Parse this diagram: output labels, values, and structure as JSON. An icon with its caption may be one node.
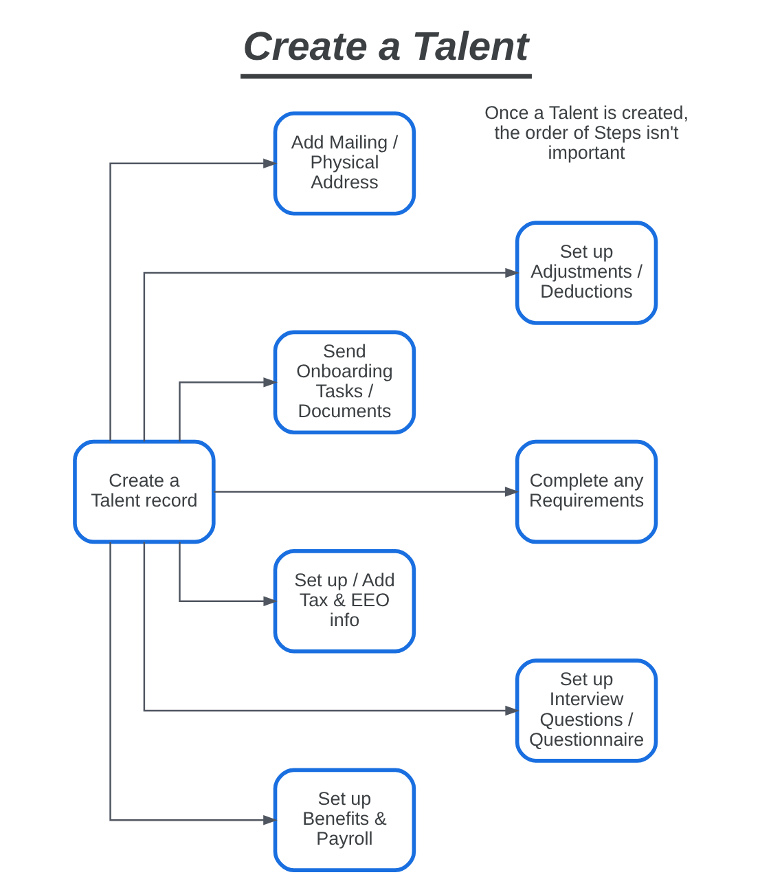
{
  "diagram": {
    "title": "Create a Talent",
    "nodes": [
      {
        "text": [
          "Create a Talent record"
        ]
      },
      {
        "text": [
          "Add Mailing / Physical Address"
        ]
      },
      {
        "text": [
          "Set up Adjustments / Deductions"
        ]
      },
      {
        "text": [
          "Send Onboarding Tasks / Documents"
        ]
      },
      {
        "text": [
          "Complete any Requirements"
        ]
      },
      {
        "text": [
          "Set up / Add Tax & EEO info"
        ]
      },
      {
        "text": [
          "Set up Interview Questions / Questionnaire"
        ]
      },
      {
        "text": [
          "Set up Benefits & Payroll"
        ]
      }
    ],
    "edges": [
      {
        "from": 0,
        "to": 1,
        "arrow": "to"
      },
      {
        "from": 0,
        "to": 2,
        "arrow": "to"
      },
      {
        "from": 0,
        "to": 3,
        "arrow": "to"
      },
      {
        "from": 0,
        "to": 4,
        "arrow": "to"
      },
      {
        "from": 0,
        "to": 5,
        "arrow": "to"
      },
      {
        "from": 0,
        "to": 6,
        "arrow": "to"
      },
      {
        "from": 0,
        "to": 7,
        "arrow": "to"
      }
    ],
    "labels": [
      "Once a Talent is created, the order of Steps isn't important"
    ]
  }
}
